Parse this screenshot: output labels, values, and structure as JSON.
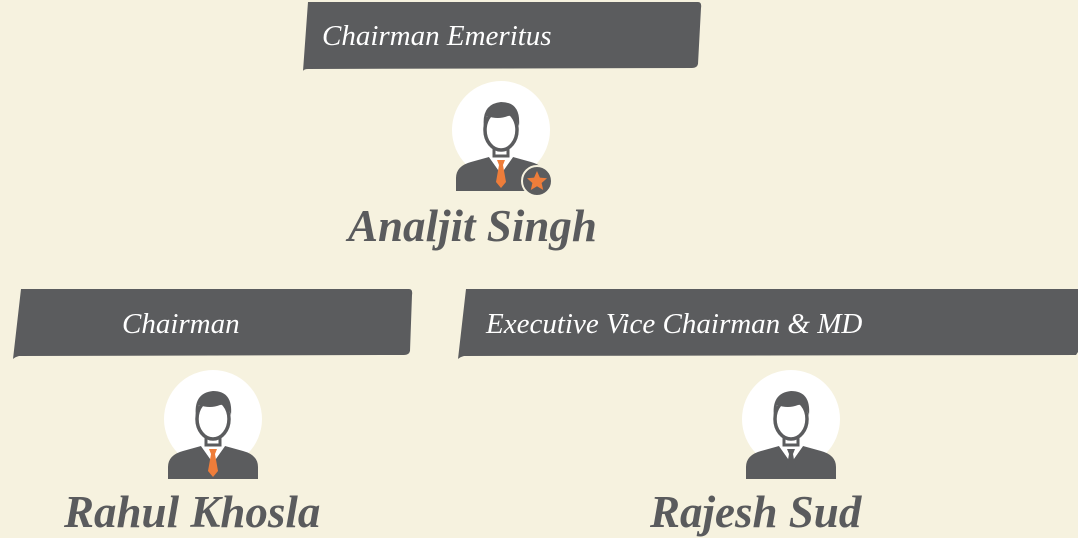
{
  "colors": {
    "background": "#f6f2df",
    "banner": "#5b5c5e",
    "name_text": "#5a5b5d",
    "avatar_circle": "#ffffff",
    "tie_accent": "#ee7d3a",
    "tie_plain": "#5b5c5e"
  },
  "chairman_emeritus": {
    "title": "Chairman Emeritus",
    "name": "Analjit Singh",
    "icon": "user-with-star-badge"
  },
  "chairman": {
    "title": "Chairman",
    "name": "Rahul Khosla",
    "icon": "user-orange-tie"
  },
  "executive_vice_chairman": {
    "title": "Executive Vice Chairman & MD",
    "name": "Rajesh Sud",
    "icon": "user-grey-tie"
  }
}
